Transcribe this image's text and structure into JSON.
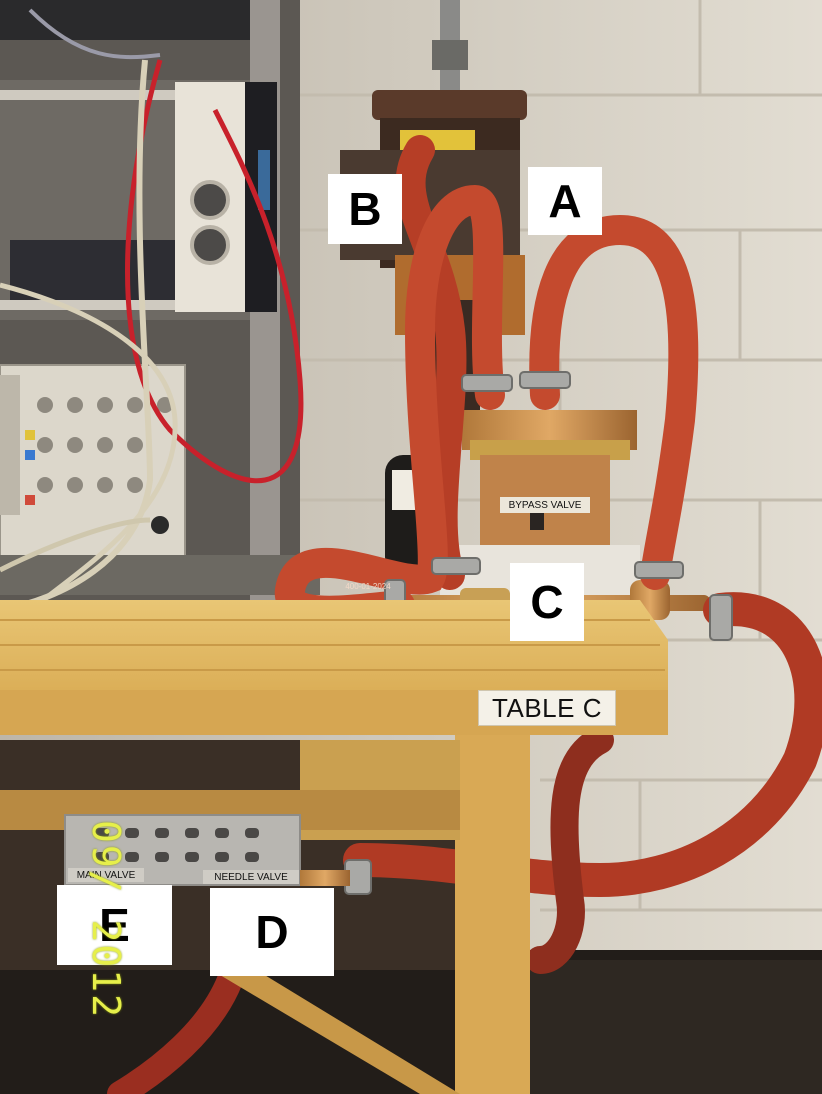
{
  "labels": {
    "a": "A",
    "b": "B",
    "c": "C",
    "d": "D",
    "e": "E"
  },
  "table_tag": "TABLE C",
  "bypass_tag": "BYPASS VALVE",
  "main_valve_tag": "MAIN VALVE",
  "needle_valve_tag": "NEEDLE VALVE",
  "hose_print": "400-01-2024",
  "date_stamp": "09/ 2012",
  "colors": {
    "wall": "#d8d2c6",
    "table": "#e2b65a",
    "hose": "#c0472c",
    "brass": "#b99545",
    "floor": "#2a2520"
  }
}
